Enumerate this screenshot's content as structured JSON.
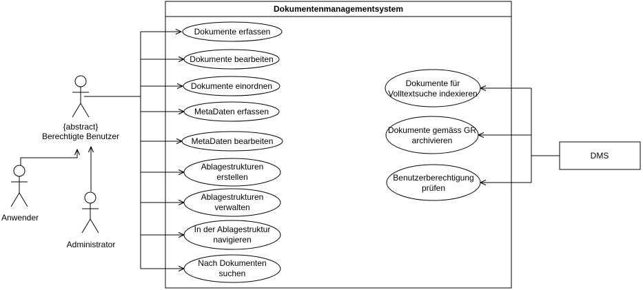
{
  "system": {
    "title": "Dokumentenmanagementsystem"
  },
  "actors": {
    "berechtigte": {
      "lines": [
        "{abstract}",
        "Berechtigte Benutzer"
      ]
    },
    "anwender": {
      "lines": [
        "Anwender"
      ]
    },
    "administrator": {
      "lines": [
        "Administrator"
      ]
    },
    "dms": {
      "lines": [
        "DMS"
      ]
    }
  },
  "left_use_cases": [
    {
      "id": "uc-dokumente-erfassen",
      "lines": [
        "Dokumente erfassen"
      ]
    },
    {
      "id": "uc-dokumente-bearbeiten",
      "lines": [
        "Dokumente bearbeiten"
      ]
    },
    {
      "id": "uc-dokumente-einordnen",
      "lines": [
        "Dokumente einordnen"
      ]
    },
    {
      "id": "uc-metadaten-erfassen",
      "lines": [
        "MetaDaten erfassen"
      ]
    },
    {
      "id": "uc-metadaten-bearbeiten",
      "lines": [
        "MetaDaten bearbeiten"
      ]
    },
    {
      "id": "uc-ablagestrukturen-erstellen",
      "lines": [
        "Ablagestrukturen",
        "erstellen"
      ]
    },
    {
      "id": "uc-ablagestrukturen-verwalten",
      "lines": [
        "Ablagestrukturen",
        "verwalten"
      ]
    },
    {
      "id": "uc-ablagestruktur-navigieren",
      "lines": [
        "In der Ablagestruktur",
        "navigieren"
      ]
    },
    {
      "id": "uc-nach-dokumenten-suchen",
      "lines": [
        "Nach Dokumenten",
        "suchen"
      ]
    }
  ],
  "right_use_cases": [
    {
      "id": "uc-volltextsuche-indexieren",
      "lines": [
        "Dokumente für",
        "Volltextsuche indexieren"
      ]
    },
    {
      "id": "uc-gr-archivieren",
      "lines": [
        "Dokumente gemäss GR",
        "archivieren"
      ]
    },
    {
      "id": "uc-benutzerberechtigung-pruefen",
      "lines": [
        "Benutzerberechtigung",
        "prüfen"
      ]
    }
  ]
}
